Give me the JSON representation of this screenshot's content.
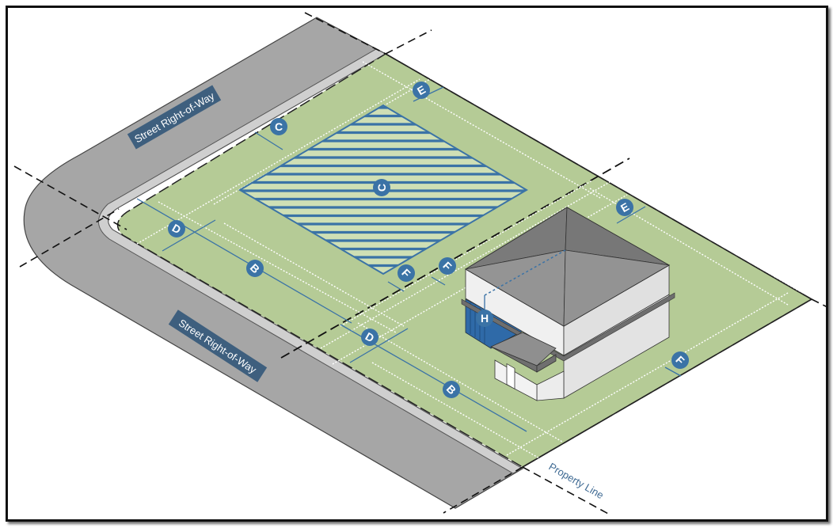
{
  "diagram": {
    "title": "Corner lot setback diagram",
    "labels": {
      "street_top": "Street Right-of-Way",
      "street_bottom": "Street Right-of-Way",
      "property_line": "Property Line"
    },
    "badges": {
      "c_front": "C",
      "c_buildable": "C",
      "d_left": "D",
      "d_mid": "D",
      "b_left": "B",
      "b_right": "B",
      "e_left": "E",
      "e_right": "E",
      "f_left": "F",
      "f_mid": "F",
      "f_right": "F",
      "h_height": "H"
    },
    "colors": {
      "lawn": "#b5cb96",
      "buildable_hatch_light": "#cfdfb5",
      "accent_blue": "#3b73a6",
      "label_bg": "#3e5f7e",
      "road": "#a6a6a6",
      "sidewalk": "#cfcfcf",
      "roof_dark": "#7b7b7b",
      "roof_light": "#939393",
      "wall_light": "#ececec",
      "wall_shade": "#dcdcdc"
    }
  }
}
